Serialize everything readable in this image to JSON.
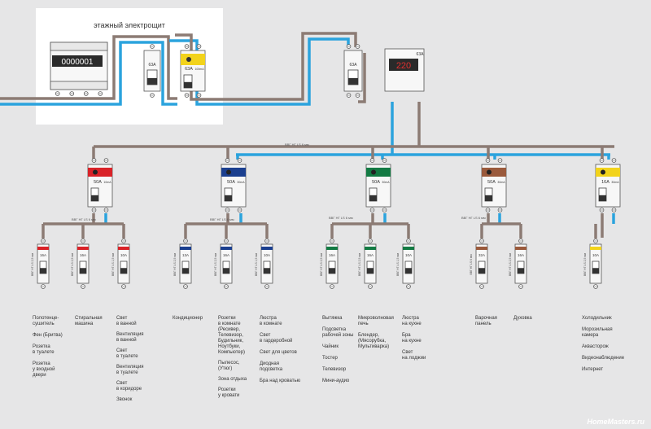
{
  "panel": {
    "title": "этажный электрощит"
  },
  "meter": {
    "reading": "0000001"
  },
  "switch_main_left": {
    "rating": "63A"
  },
  "rcd_main": {
    "rating": "63A",
    "leak": "100mA"
  },
  "switch_main_right": {
    "rating": "63A"
  },
  "voltage_relay": {
    "rating": "63A",
    "display": "220"
  },
  "cable_specs": {
    "main": "ВВГ НГ LS 6 мм",
    "rcd1": "ВВГ НГ LS 6 мм",
    "rcd2": "ВВГ НГ LS 6 мм",
    "rcd3": "ВВГ НГ LS 6 мм",
    "rcd4": "ВВГ НГ LS 6 мм"
  },
  "rcds": [
    {
      "rating": "50A",
      "leak": "10mA",
      "stripe": "#d92228"
    },
    {
      "rating": "50A",
      "leak": "30mA",
      "stripe": "#1b3f8f"
    },
    {
      "rating": "50A",
      "leak": "30mA",
      "stripe": "#137a43"
    },
    {
      "rating": "50A",
      "leak": "30mA",
      "stripe": "#9a5a3c"
    },
    {
      "rating": "16A",
      "leak": "30mA",
      "stripe": "#f2d31b"
    }
  ],
  "breakers": [
    {
      "rating": "16A",
      "cable": "ВВГ НГ LS 2,5 мм",
      "stripe": "#d92228"
    },
    {
      "rating": "16A",
      "cable": "ВВГ НГ LS 2,5 мм",
      "stripe": "#d92228"
    },
    {
      "rating": "10A",
      "cable": "ВВГ НГ LS 1,5 мм",
      "stripe": "#d92228"
    },
    {
      "rating": "13A",
      "cable": "ВВГ НГ LS 2,5 мм",
      "stripe": "#1b3f8f"
    },
    {
      "rating": "16A",
      "cable": "ВВГ НГ LS 2,5 мм",
      "stripe": "#1b3f8f"
    },
    {
      "rating": "10A",
      "cable": "ВВГ НГ LS 1,5 мм",
      "stripe": "#1b3f8f"
    },
    {
      "rating": "16A",
      "cable": "ВВГ НГ LS 2,5 мм",
      "stripe": "#137a43"
    },
    {
      "rating": "16A",
      "cable": "ВВГ НГ LS 2,5 мм",
      "stripe": "#137a43"
    },
    {
      "rating": "10A",
      "cable": "ВВГ НГ LS 1,5 мм",
      "stripe": "#137a43"
    },
    {
      "rating": "32A",
      "cable": "ВВГ НГ LS 6 мм",
      "stripe": "#9a5a3c"
    },
    {
      "rating": "16A",
      "cable": "ВВГ НГ LS 2,5 мм",
      "stripe": "#9a5a3c"
    },
    {
      "rating": "10A",
      "cable": "ВВГ НГ LS 2,5 мм",
      "stripe": "#f2d31b"
    }
  ],
  "loads": {
    "b1": [
      "Полотенце-\nсушитель",
      "Фен (Бритва)",
      "Розетка\nв туалете",
      "Розетка\nу входной\nдвери"
    ],
    "b2": [
      "Стиральная\nмашина"
    ],
    "b3": [
      "Свет\nв ванной",
      "Вентиляция\nв ванной",
      "Свет\nв туалете",
      "Вентиляция\nв туалете",
      "Свет\nв коридоре",
      "Звонок"
    ],
    "b4": [
      "Кондиционер"
    ],
    "b5": [
      "Розетки\nв комнате\n(Ресивер,\nТелевизор,\nБудильник,\nНоутбуки,\nКомпьютер)",
      "Пылесос,\n(Утюг)",
      "Зона отдыха",
      "Розетки\nу кровати"
    ],
    "b6": [
      "Люстра\nв комнате",
      "Свет\nв гардеробной",
      "Свет для цветов",
      "Диодная\nподсветка",
      "Бра над кроватью"
    ],
    "b7": [
      "Вытяжка",
      "Подсветка\nрабочей зоны",
      "Чайник",
      "Тостер",
      "Телевизор",
      "Мини-аудио"
    ],
    "b8": [
      "Микроволновая\nпечь",
      "Блендер,\n(Мясорубка,\nМультиварка)"
    ],
    "b9": [
      "Люстра\nна кухне",
      "Бра\nна кухне",
      "Свет\nна лоджии"
    ],
    "b10": [
      "Варочная\nпанель"
    ],
    "b11": [
      "Духовка"
    ],
    "b12": [
      "Холодильник",
      "Морозильная\nкамера",
      "Аквасторож",
      "Видеонаблюдение",
      "Интернет"
    ]
  },
  "watermark": "HomeMasters.ru"
}
